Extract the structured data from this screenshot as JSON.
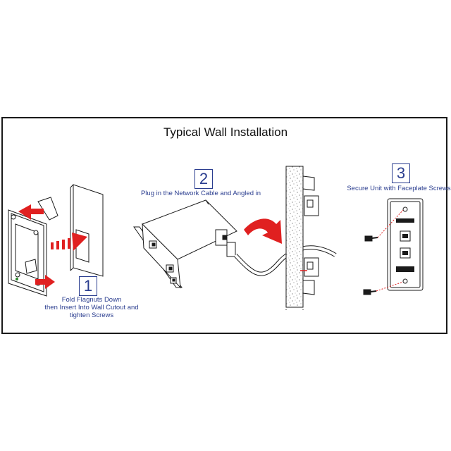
{
  "title": "Typical Wall Installation",
  "colors": {
    "step_blue": "#2a3d8f",
    "arrow_red": "#e02020",
    "line": "#1a1a1a"
  },
  "steps": [
    {
      "number": "1",
      "caption_lines": [
        "Fold Flagnuts Down",
        "then Insert Into Wall Cutout and",
        "tighten Screws"
      ]
    },
    {
      "number": "2",
      "caption_lines": [
        "Plug in the Network Cable and Angled in"
      ]
    },
    {
      "number": "3",
      "caption_lines": [
        "Secure Unit with Faceplate Screws"
      ]
    }
  ]
}
